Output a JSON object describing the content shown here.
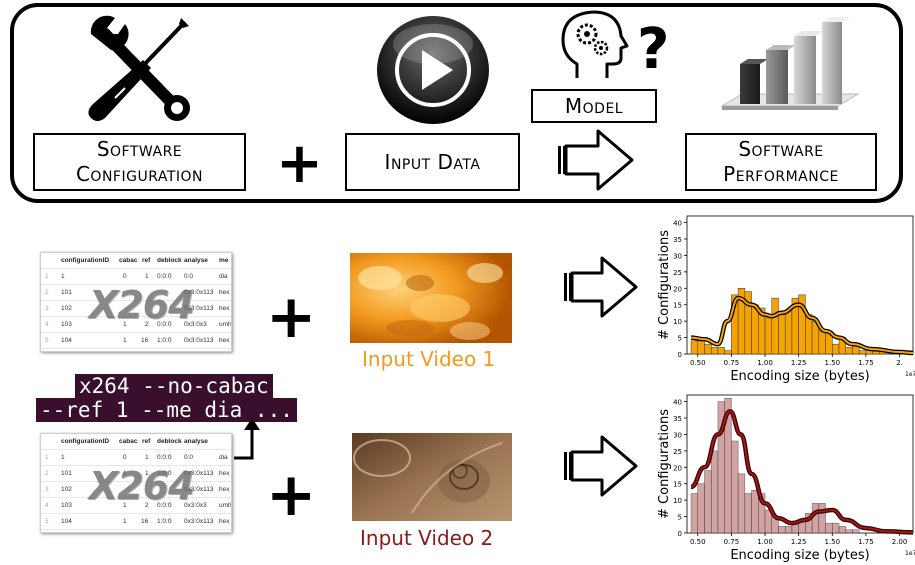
{
  "top": {
    "software_config": "Software Configuration",
    "input_data": "Input Data",
    "model": "Model",
    "software_performance": "Software Performance"
  },
  "table": {
    "headers": [
      "configurationID",
      "cabac",
      "ref",
      "deblock",
      "analyse",
      "me"
    ],
    "rows": [
      {
        "idx": "1",
        "cells": [
          "1",
          "0",
          "1",
          "0:0:0",
          "0:0",
          "dia"
        ]
      },
      {
        "idx": "2",
        "cells": [
          "101",
          "",
          "",
          "",
          "0x3:0x113",
          "hex"
        ]
      },
      {
        "idx": "3",
        "cells": [
          "102",
          "",
          "",
          "",
          "0x3:0x113",
          "hex"
        ]
      },
      {
        "idx": "4",
        "cells": [
          "103",
          "1",
          "2",
          "0:0:0",
          "0x3:0x3",
          "umh"
        ]
      },
      {
        "idx": "5",
        "cells": [
          "104",
          "1",
          "16",
          "1:0:0",
          "0x3:0x113",
          "hex"
        ]
      }
    ],
    "rows2": [
      {
        "idx": "1",
        "cells": [
          "1",
          "0",
          "1",
          "0:0:0",
          "0:0",
          "dia"
        ]
      },
      {
        "idx": "2",
        "cells": [
          "101",
          "1",
          "1",
          "1:0:0",
          "0x3:0x113",
          "hex"
        ]
      },
      {
        "idx": "3",
        "cells": [
          "102",
          "",
          "",
          "",
          "0x3:0x113",
          "hex"
        ]
      },
      {
        "idx": "4",
        "cells": [
          "103",
          "1",
          "2",
          "0:0:0",
          "0x3:0x3",
          "umh"
        ]
      },
      {
        "idx": "5",
        "cells": [
          "104",
          "1",
          "16",
          "1:0:0",
          "0x3:0x113",
          "hex"
        ]
      }
    ],
    "logo": "X264"
  },
  "command": {
    "line1": "x264 --no-cabac",
    "line2": "--ref 1 --me dia ..."
  },
  "videos": {
    "video1_label": "Input Video 1",
    "video2_label": "Input Video 2",
    "video1_color": "#f29a1f",
    "video2_color": "#8b1a1a"
  },
  "chart_data": [
    {
      "type": "bar",
      "xlabel": "Encoding size (bytes)",
      "ylabel": "# Configurations",
      "x_exponent": "1e7",
      "xlim": [
        0.42,
        2.1
      ],
      "ylim": [
        0,
        42
      ],
      "xticks": [
        "0.50",
        "0.75",
        "1.00",
        "1.25",
        "1.50",
        "1.75",
        "2."
      ],
      "yticks": [
        "0",
        "5",
        "10",
        "15",
        "20",
        "25",
        "30",
        "35",
        "40"
      ],
      "bar_color": "#f5a300",
      "bin_edges": [
        0.45,
        0.5,
        0.55,
        0.6,
        0.65,
        0.7,
        0.75,
        0.8,
        0.85,
        0.9,
        0.95,
        1.0,
        1.05,
        1.1,
        1.15,
        1.2,
        1.25,
        1.3,
        1.35,
        1.4,
        1.45,
        1.5,
        1.55,
        1.6,
        1.65,
        1.7,
        1.75,
        1.8,
        1.85,
        1.9,
        1.95,
        2.0,
        2.05,
        2.1
      ],
      "values": [
        4,
        4,
        3,
        2,
        2,
        1,
        18,
        20,
        19,
        15,
        14,
        11,
        17,
        12,
        13,
        17,
        18,
        12,
        10,
        7,
        7,
        3,
        5,
        2,
        3,
        1,
        2,
        1,
        1,
        0,
        0,
        1,
        1
      ],
      "kde": [
        [
          0.45,
          5
        ],
        [
          0.55,
          4.5
        ],
        [
          0.65,
          3
        ],
        [
          0.72,
          10
        ],
        [
          0.8,
          17
        ],
        [
          0.9,
          15
        ],
        [
          1.0,
          12
        ],
        [
          1.05,
          11.5
        ],
        [
          1.12,
          12.5
        ],
        [
          1.25,
          15
        ],
        [
          1.35,
          11
        ],
        [
          1.45,
          7
        ],
        [
          1.55,
          5
        ],
        [
          1.65,
          3
        ],
        [
          1.8,
          1.5
        ],
        [
          2.0,
          0.6
        ],
        [
          2.1,
          0.3
        ]
      ]
    },
    {
      "type": "bar",
      "xlabel": "Encoding size (bytes)",
      "ylabel": "# Configurations",
      "x_exponent": "1e7",
      "xlim": [
        0.42,
        2.1
      ],
      "ylim": [
        0,
        42
      ],
      "xticks": [
        "0.50",
        "0.75",
        "1.00",
        "1.25",
        "1.50",
        "1.75",
        "2.00",
        "2."
      ],
      "yticks": [
        "0",
        "5",
        "10",
        "15",
        "20",
        "25",
        "30",
        "35",
        "40"
      ],
      "bar_color": "#c98b8b",
      "bin_edges": [
        0.45,
        0.5,
        0.55,
        0.6,
        0.65,
        0.7,
        0.75,
        0.8,
        0.85,
        0.9,
        0.95,
        1.0,
        1.05,
        1.1,
        1.15,
        1.2,
        1.25,
        1.3,
        1.35,
        1.4,
        1.45,
        1.5,
        1.55,
        1.6,
        1.65,
        1.7,
        1.75,
        1.8,
        1.85,
        1.9,
        1.95,
        2.0,
        2.05,
        2.1
      ],
      "values": [
        12,
        15,
        19,
        25,
        40,
        41,
        28,
        18,
        12,
        13,
        12,
        7,
        5,
        2,
        2,
        3,
        4,
        6,
        9,
        9,
        3,
        3,
        2,
        1,
        1,
        0,
        0,
        0,
        0,
        0,
        0,
        0,
        0
      ],
      "kde": [
        [
          0.45,
          14
        ],
        [
          0.55,
          20
        ],
        [
          0.65,
          30
        ],
        [
          0.74,
          37
        ],
        [
          0.82,
          30
        ],
        [
          0.9,
          18
        ],
        [
          1.0,
          9
        ],
        [
          1.1,
          4.5
        ],
        [
          1.2,
          3
        ],
        [
          1.3,
          4
        ],
        [
          1.4,
          6.5
        ],
        [
          1.5,
          7
        ],
        [
          1.6,
          4
        ],
        [
          1.75,
          1.5
        ],
        [
          1.9,
          0.5
        ],
        [
          2.1,
          0.2
        ]
      ]
    }
  ]
}
